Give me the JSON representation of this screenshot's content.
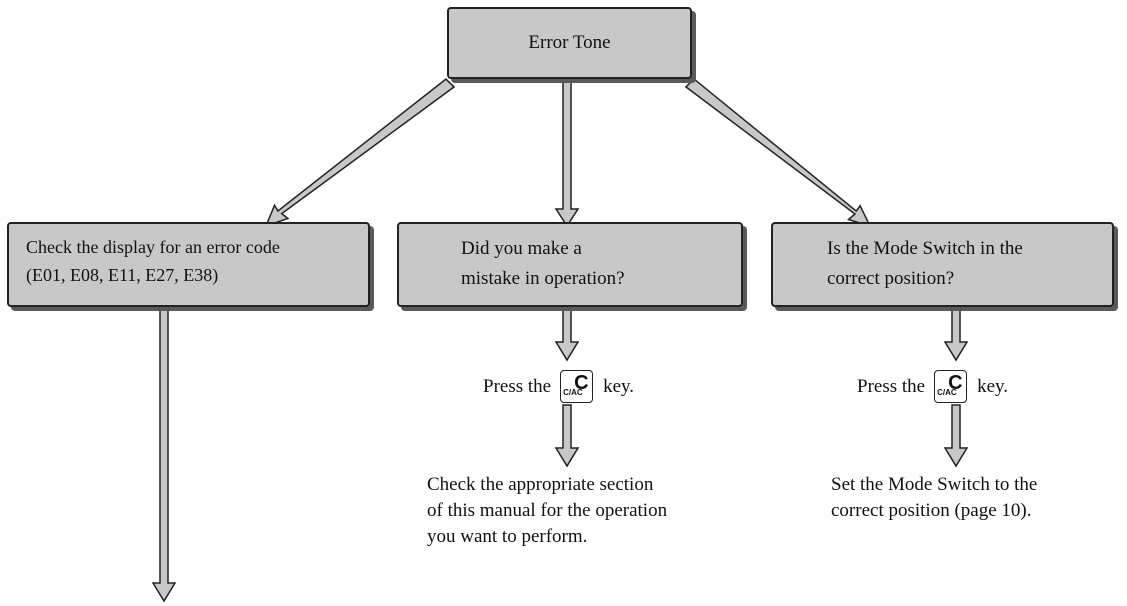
{
  "top_box": {
    "label": "Error Tone"
  },
  "left_box": {
    "lines": [
      "Check the display for an error code",
      "(E01, E08, E11, E27, E38)"
    ]
  },
  "middle_box": {
    "lines": [
      "Did you make a",
      "mistake in operation?"
    ]
  },
  "right_box": {
    "lines": [
      "Is the Mode Switch in the",
      "correct position?"
    ]
  },
  "middle_branch": {
    "press": {
      "before": "Press the",
      "after": "key."
    },
    "result": [
      "Check the appropriate section",
      "of this manual for the operation",
      "you want to perform."
    ]
  },
  "right_branch": {
    "press": {
      "before": "Press the",
      "after": "key."
    },
    "result": [
      "Set the Mode Switch to the",
      "correct position (page 10)."
    ]
  },
  "key": {
    "main": "C",
    "sub": "C/AC"
  },
  "colors": {
    "box_fill": "#c8c8c8",
    "box_border": "#222222",
    "box_shadow": "#5a5a5a",
    "arrow_fill": "#c8c8c8"
  }
}
